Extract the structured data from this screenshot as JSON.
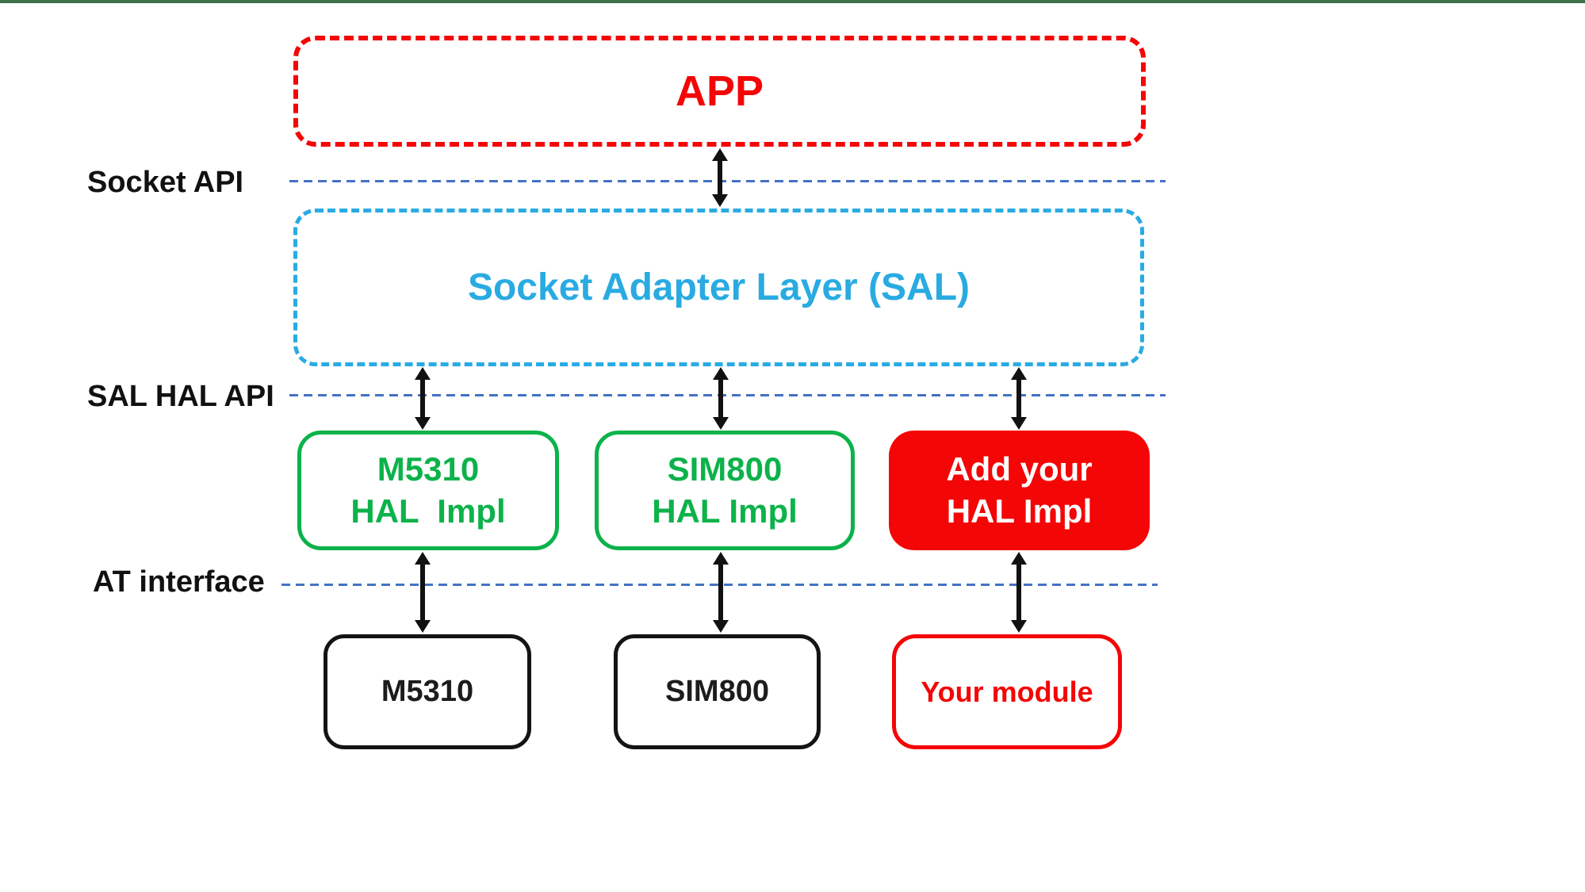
{
  "diagram": {
    "title_hint": "SAL (Socket Adapter Layer) architecture diagram",
    "colors": {
      "accent_red": "#f40606",
      "accent_green": "#0cb24a",
      "accent_cyan": "#29abe2",
      "rule_blue": "#4472c4",
      "top_bar_green": "#3f7249",
      "black": "#111111",
      "background": "#ffffff"
    },
    "icons": {
      "double_arrow": "vertical double-headed arrow connector"
    },
    "labels": {
      "socket_api": "Socket API",
      "sal_hal_api": "SAL HAL API",
      "at_interface": "AT interface"
    },
    "nodes": {
      "app": {
        "label": "APP"
      },
      "sal": {
        "label": "Socket Adapter Layer (SAL)"
      },
      "hal_impls": [
        {
          "label": "M5310\nHAL  Impl"
        },
        {
          "label": "SIM800\nHAL Impl"
        },
        {
          "label": "Add your\nHAL Impl"
        }
      ],
      "modules": [
        {
          "label": "M5310"
        },
        {
          "label": "SIM800"
        },
        {
          "label": "Your module"
        }
      ]
    }
  }
}
